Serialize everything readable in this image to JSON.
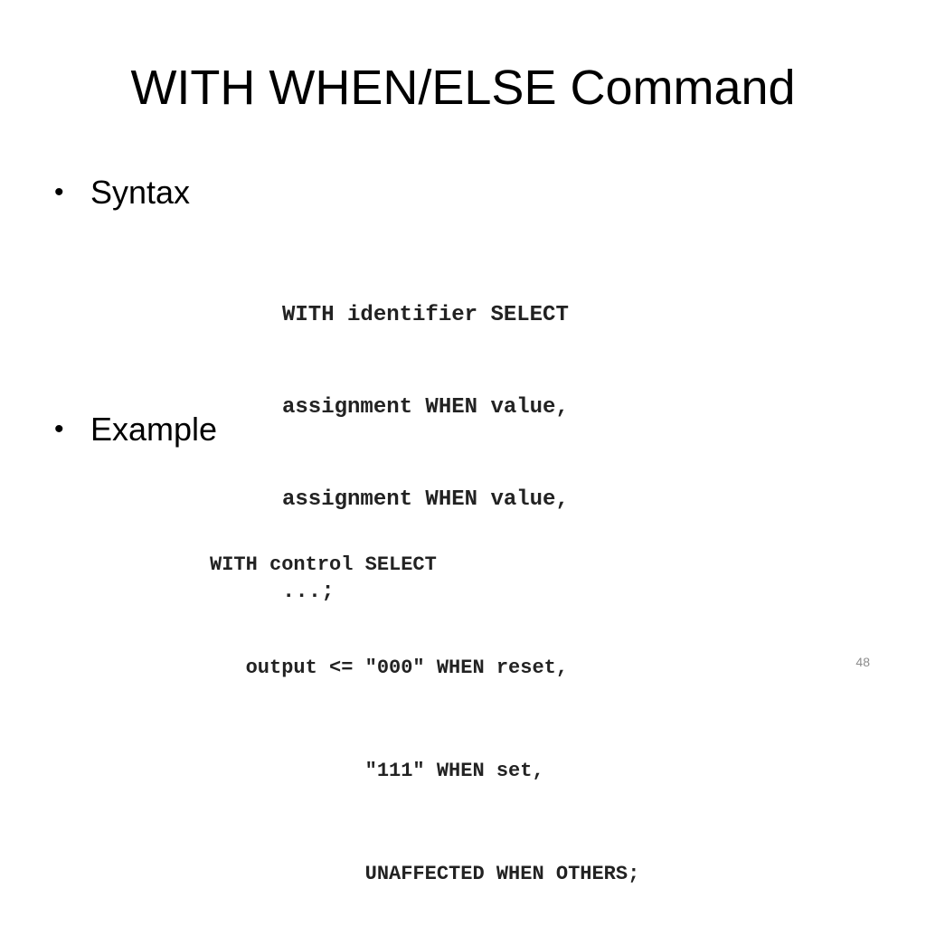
{
  "slide": {
    "title": "WITH WHEN/ELSE Command",
    "page_number": "48"
  },
  "bullets": [
    {
      "marker": "•",
      "label": "Syntax"
    },
    {
      "marker": "•",
      "label": "Example"
    }
  ],
  "syntax_code": [
    "WITH identifier SELECT",
    "assignment WHEN value,",
    "assignment WHEN value,",
    "...;"
  ],
  "example_code": [
    "WITH control SELECT",
    "   output <= \"000\" WHEN reset,",
    "             \"111\" WHEN set,",
    "             UNAFFECTED WHEN OTHERS;"
  ]
}
